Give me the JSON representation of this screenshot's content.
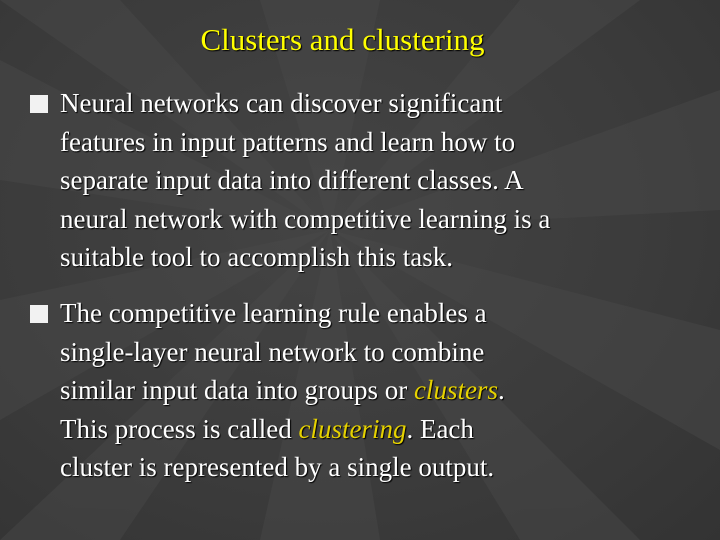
{
  "slide": {
    "title": "Clusters and clustering",
    "bullet1": {
      "lines": [
        "Neural networks can discover significant",
        "features in input patterns and learn how to",
        "separate input data into different classes.  A",
        "neural network with competitive learning is a",
        "suitable tool to accomplish this task."
      ]
    },
    "bullet2": {
      "line1": "The competitive learning rule enables a",
      "line2": "single-layer neural network to combine",
      "line3_pre": "similar input data into groups or ",
      "line3_term": "clusters",
      "line3_post": ".",
      "line4_pre": "This process is called ",
      "line4_term": "clustering",
      "line4_post": ".  Each",
      "line5": "cluster is represented by a single output."
    }
  },
  "colors": {
    "background": "#3a3a3a",
    "title": "#ffff00",
    "body_text": "#ffffff",
    "highlight": "#e6d200"
  }
}
